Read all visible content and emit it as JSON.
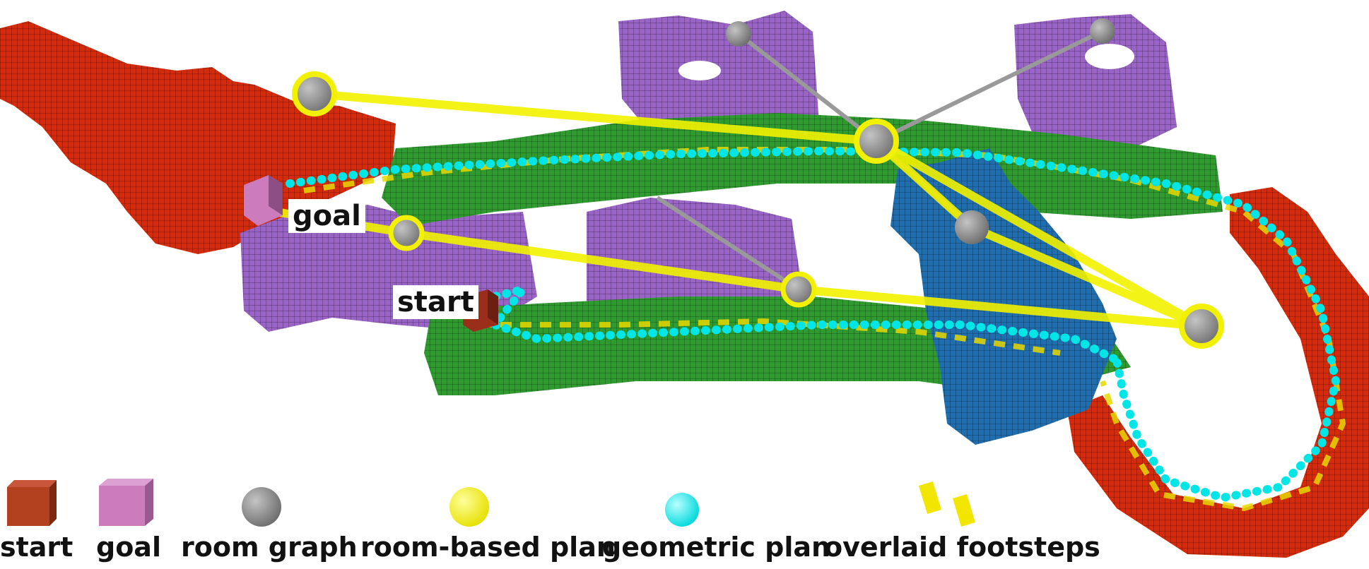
{
  "scene": {
    "labels": {
      "goal": "goal",
      "start": "start"
    },
    "colors": {
      "start_region": "#d62a0a",
      "hallway": "#2e9b2e",
      "rooms": "#9a63c7",
      "hub": "#1f6fb0",
      "geometric_plan": "#00e5e5",
      "room_graph": "#8a8a8a",
      "room_plan": "#f2f200",
      "footsteps": "#e3d900"
    }
  },
  "legend": {
    "items": [
      {
        "label": "start",
        "icon": "start-cube-icon",
        "color": "#b3401f"
      },
      {
        "label": "goal",
        "icon": "goal-cube-icon",
        "color": "#cc7cbd"
      },
      {
        "label": "room graph",
        "icon": "room-graph-node-icon",
        "color": "#8a8a8a"
      },
      {
        "label": "room-based plan",
        "icon": "room-plan-node-icon",
        "color": "#f2f200"
      },
      {
        "label": "geometric plan",
        "icon": "geometric-plan-node-icon",
        "color": "#00e5e5"
      },
      {
        "label": "overlaid footsteps",
        "icon": "footsteps-icon",
        "color": "#f2e600"
      }
    ]
  }
}
